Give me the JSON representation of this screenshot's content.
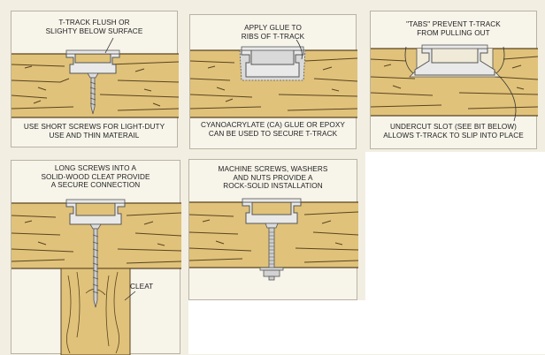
{
  "colors": {
    "wood": "#e0c27a",
    "wood_dark": "#c9a65c",
    "wood_line": "#5a4420",
    "metal": "#e9e9e9",
    "metal_edge": "#555555",
    "panel_bg": "#f7f4ea",
    "page_bg": "#f2eee2"
  },
  "panels": [
    {
      "top_text": "T-TRACK FLUSH OR\nSLIGHTY BELOW SURFACE",
      "bottom_text": "USE SHORT SCREWS FOR LIGHT-DUTY\nUSE AND THIN MATERAIL"
    },
    {
      "top_text": "APPLY GLUE TO\nRIBS OF T-TRACK",
      "bottom_text": "CYANOACRYLATE (CA) GLUE OR EPOXY\nCAN BE USED TO SECURE T-TRACK"
    },
    {
      "top_text": "\"TABS\" PREVENT T-TRACK\nFROM PULLING OUT",
      "bottom_text": "UNDERCUT SLOT (SEE BIT BELOW)\nALLOWS T-TRACK TO SLIP INTO PLACE"
    },
    {
      "top_text": "LONG SCREWS INTO A\nSOLID-WOOD CLEAT PROVIDE\nA SECURE CONNECTION",
      "side_text": "CLEAT"
    },
    {
      "top_text": "MACHINE SCREWS, WASHERS\nAND NUTS PROVIDE A\nROCK-SOLID INSTALLATION"
    }
  ]
}
